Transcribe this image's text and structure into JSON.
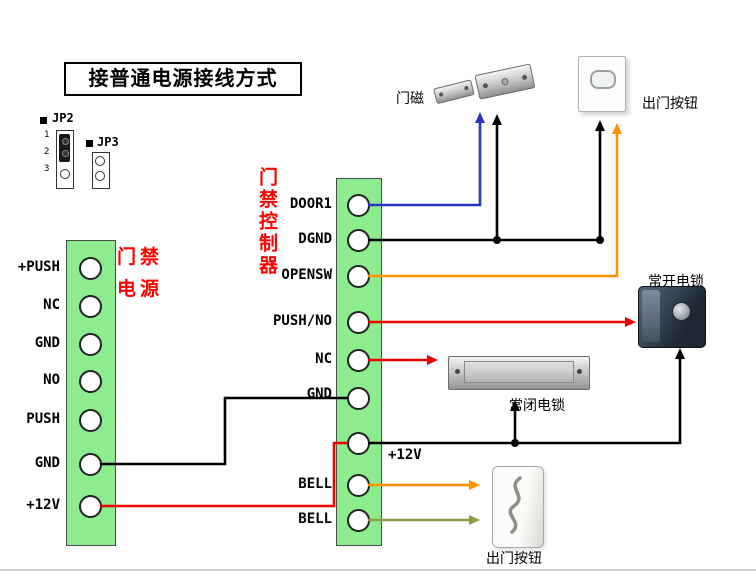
{
  "title": "接普通电源接线方式",
  "jumpers": {
    "jp2_label": "JP2",
    "jp3_label": "JP3",
    "jp2_pins": [
      "1",
      "2",
      "3"
    ]
  },
  "power_block": {
    "label": "门禁电源",
    "terminals": [
      "+PUSH",
      "NC",
      "GND",
      "NO",
      "PUSH",
      "GND",
      "+12V"
    ]
  },
  "controller_block": {
    "label": "门禁控制器",
    "terminals": [
      "DOOR1",
      "DGND",
      "OPENSW",
      "PUSH/NO",
      "NC",
      "GND",
      "+12V",
      "BELL",
      "BELL"
    ]
  },
  "devices": {
    "door_contact_label": "门磁",
    "exit_button_top_label": "出门按钮",
    "normally_open_lock_label": "常开电锁",
    "normally_closed_lock_label": "常闭电锁",
    "exit_button_bottom_label": "出门按钮"
  },
  "wire_colors": {
    "blue": "#2b34c4",
    "black": "#000000",
    "orange": "#ff9100",
    "red": "#ee0000",
    "olive": "#8f9c43"
  }
}
